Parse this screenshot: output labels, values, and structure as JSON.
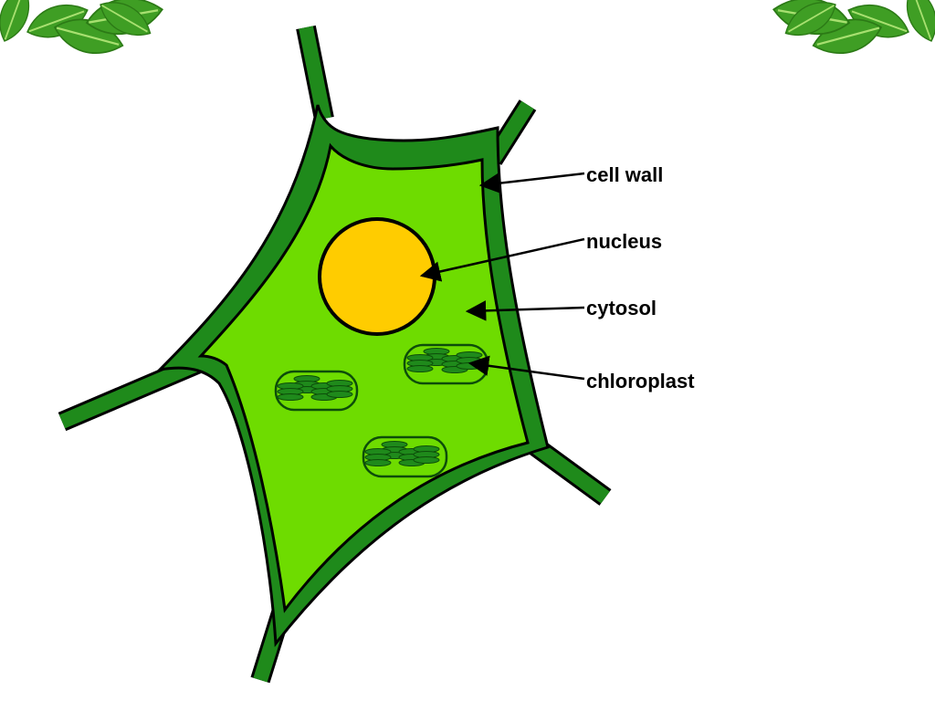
{
  "diagram": {
    "labels": {
      "cell_wall": "cell wall",
      "nucleus": "nucleus",
      "cytosol": "cytosol",
      "chloroplast": "chloroplast"
    }
  },
  "colors": {
    "cell_wall": "#1f8a1b",
    "cytosol": "#6edc00",
    "nucleus": "#ffcc00",
    "chloroplast_body": "#6edc00",
    "thylakoid": "#1f8a1b",
    "leaf": "#4caf2a"
  },
  "icons": [
    "leaf-cluster-left-icon",
    "leaf-cluster-right-icon"
  ]
}
